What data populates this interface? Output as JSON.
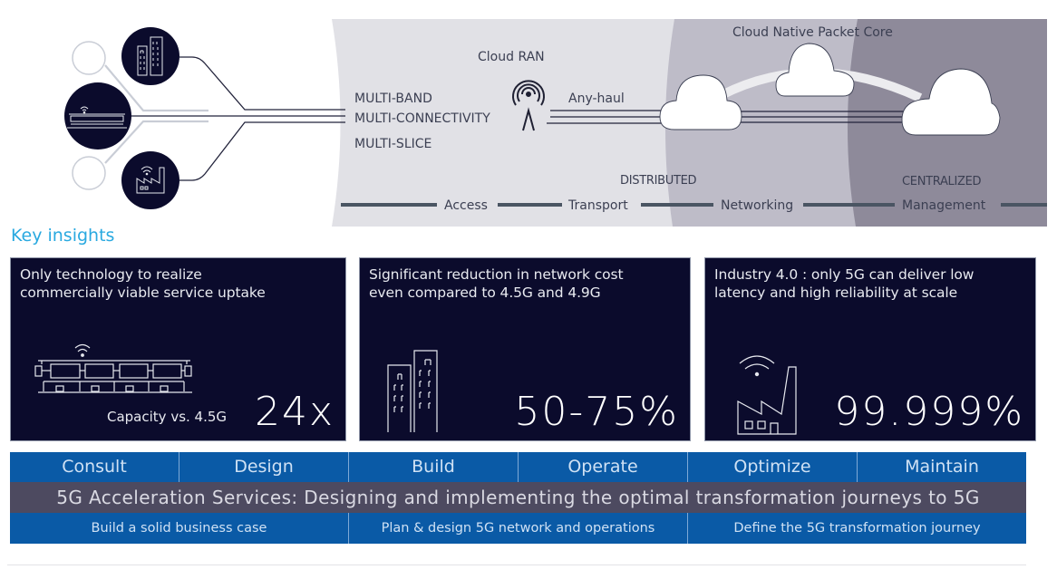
{
  "diagram": {
    "left_icons": [
      {
        "name": "office-building-icon",
        "active": true
      },
      {
        "name": "blank-node",
        "active": false
      },
      {
        "name": "connected-stadium-icon",
        "active": true
      },
      {
        "name": "blank-node",
        "active": false
      },
      {
        "name": "connected-factory-icon",
        "active": true
      }
    ],
    "multi_labels": [
      "MULTI-BAND",
      "MULTI-CONNECTIVITY",
      "MULTI-SLICE"
    ],
    "cloud_ran_label": "Cloud RAN",
    "any_haul_label": "Any-haul",
    "packet_core_label": "Cloud Native Packet Core",
    "distributed_label": "DISTRIBUTED",
    "centralized_label": "CENTRALIZED",
    "layers": [
      "Access",
      "Transport",
      "Networking",
      "Management"
    ],
    "colors": {
      "zone_light": "#e1e1e6",
      "zone_mid": "#bebcc8",
      "zone_dark": "#8e8a9a",
      "navy": "#0b0b2c",
      "bar": "#4a5563"
    }
  },
  "key_insights": {
    "title": "Key insights",
    "cards": [
      {
        "text_line1": "Only technology to realize",
        "text_line2": "commercially viable service uptake",
        "caption": "Capacity vs. 4.5G",
        "value": "24x",
        "icon": "connected-stadium-icon"
      },
      {
        "text_line1": "Significant reduction in network cost",
        "text_line2": "even compared to 4.5G and 4.9G",
        "value": "50-75%",
        "icon": "office-building-icon"
      },
      {
        "text_line1": "Industry 4.0 : only 5G  can deliver low",
        "text_line2": "latency and high reliability at scale",
        "value": "99.999%",
        "icon": "connected-factory-icon"
      }
    ]
  },
  "services": {
    "phases": [
      "Consult",
      "Design",
      "Build",
      "Operate",
      "Optimize",
      "Maintain"
    ],
    "banner": "5G Acceleration Services: Designing and implementing the optimal transformation journeys to 5G",
    "steps": [
      "Build a solid business case",
      "Plan & design 5G network and operations",
      "Define the 5G transformation journey"
    ],
    "colors": {
      "blue": "#0a5aa6",
      "banner": "#4d4a60",
      "accent": "#29a9e0"
    }
  }
}
